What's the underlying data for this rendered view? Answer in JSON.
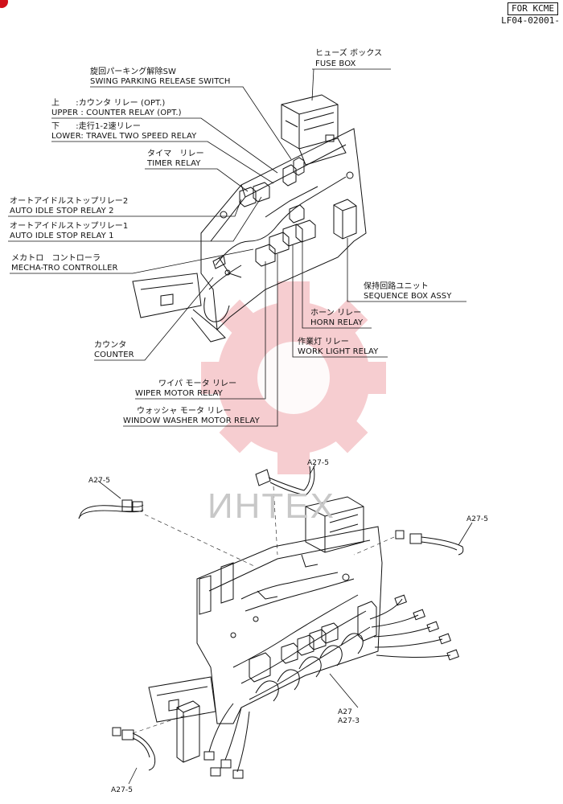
{
  "header": {
    "tag": "FOR KCME",
    "doc_no": "LF04-02001-"
  },
  "watermark": {
    "text": "ИНТЕХ",
    "color": "#e8737a"
  },
  "labels": {
    "fuse_box": {
      "jp": "ヒューズ ボックス",
      "en": "FUSE BOX"
    },
    "swing_parking": {
      "jp": "旋回パーキング解除SW",
      "en": "SWING PARKING RELEASE SWITCH"
    },
    "upper_jp": "上　　:カウンタ リレー (OPT.)",
    "upper_en": "UPPER : COUNTER RELAY (OPT.)",
    "lower_jp": "下　　:走行1-2速リレー",
    "lower_en": "LOWER: TRAVEL TWO SPEED RELAY",
    "timer": {
      "jp": "タイマ　リレー",
      "en": "TIMER RELAY"
    },
    "auto_idle_2": {
      "jp": "オートアイドルストップリレー2",
      "en": "AUTO IDLE STOP RELAY 2"
    },
    "auto_idle_1": {
      "jp": "オートアイドルストップリレー1",
      "en": "AUTO IDLE STOP RELAY 1"
    },
    "mecha": {
      "jp": "メカトロ　コントローラ",
      "en": "MECHA-TRO CONTROLLER"
    },
    "sequence": {
      "jp": "保持回路ユニット",
      "en": "SEQUENCE BOX ASSY"
    },
    "horn": {
      "jp": "ホーン リレー",
      "en": "HORN RELAY"
    },
    "counter": {
      "jp": "カウンタ",
      "en": "COUNTER"
    },
    "work_light": {
      "jp": "作業灯 リレー",
      "en": "WORK LIGHT RELAY"
    },
    "wiper": {
      "jp": "ワイパ モータ リレー",
      "en": "WIPER MOTOR RELAY"
    },
    "washer": {
      "jp": "ウォッシャ モータ リレー",
      "en": "WINDOW WASHER MOTOR RELAY"
    }
  },
  "callouts": {
    "a27_5_top": "A27-5",
    "a27_5_left": "A27-5",
    "a27_5_right": "A27-5",
    "a27_5_bottom": "A27-5",
    "a27": "A27",
    "a27_3": "A27-3"
  }
}
